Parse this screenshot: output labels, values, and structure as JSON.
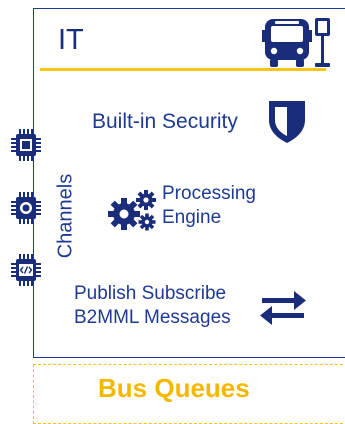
{
  "it_section": {
    "title": "IT"
  },
  "features": {
    "security": "Built-in Security",
    "processing": [
      "Processing",
      "Engine"
    ],
    "publish": [
      "Publish Subscribe",
      "B2MML Messages"
    ]
  },
  "channels": {
    "label": "Channels",
    "icons": [
      "chip-icon",
      "camera-chip-icon",
      "code-chip-icon"
    ]
  },
  "queues": {
    "label": "Bus Queues"
  },
  "colors": {
    "primary": "#1f3a93",
    "accent": "#f5c518"
  }
}
